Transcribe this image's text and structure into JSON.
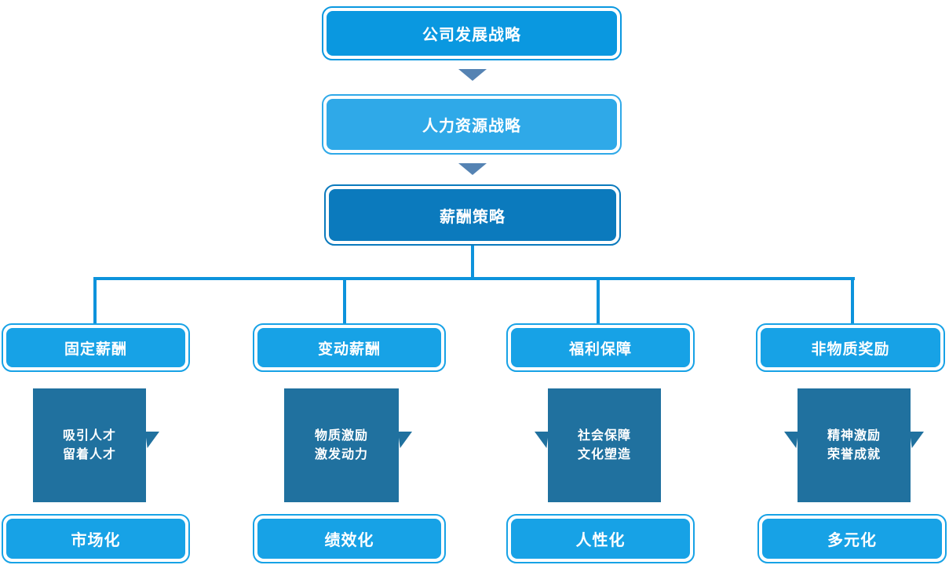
{
  "colors": {
    "company_fill": "#0a98e0",
    "hr_fill": "#2fa9e8",
    "compensation_fill": "#0b7abd",
    "branch_fill": "#17a2e6",
    "square_fill": "#20719f",
    "connector_line": "#0d93dc",
    "down_arrow": "#5583b3",
    "text": "#ffffff",
    "background": "#ffffff"
  },
  "flow": {
    "top_chain": [
      {
        "label": "公司发展战略"
      },
      {
        "label": "人力资源战略"
      },
      {
        "label": "薪酬策略"
      }
    ],
    "branches": [
      {
        "header": "固定薪酬",
        "points": [
          "吸引人才",
          "留着人才"
        ],
        "result": "市场化"
      },
      {
        "header": "变动薪酬",
        "points": [
          "物质激励",
          "激发动力"
        ],
        "result": "绩效化"
      },
      {
        "header": "福利保障",
        "points": [
          "社会保障",
          "文化塑造"
        ],
        "result": "人性化"
      },
      {
        "header": "非物质奖励",
        "points": [
          "精神激励",
          "荣誉成就"
        ],
        "result": "多元化"
      }
    ]
  }
}
